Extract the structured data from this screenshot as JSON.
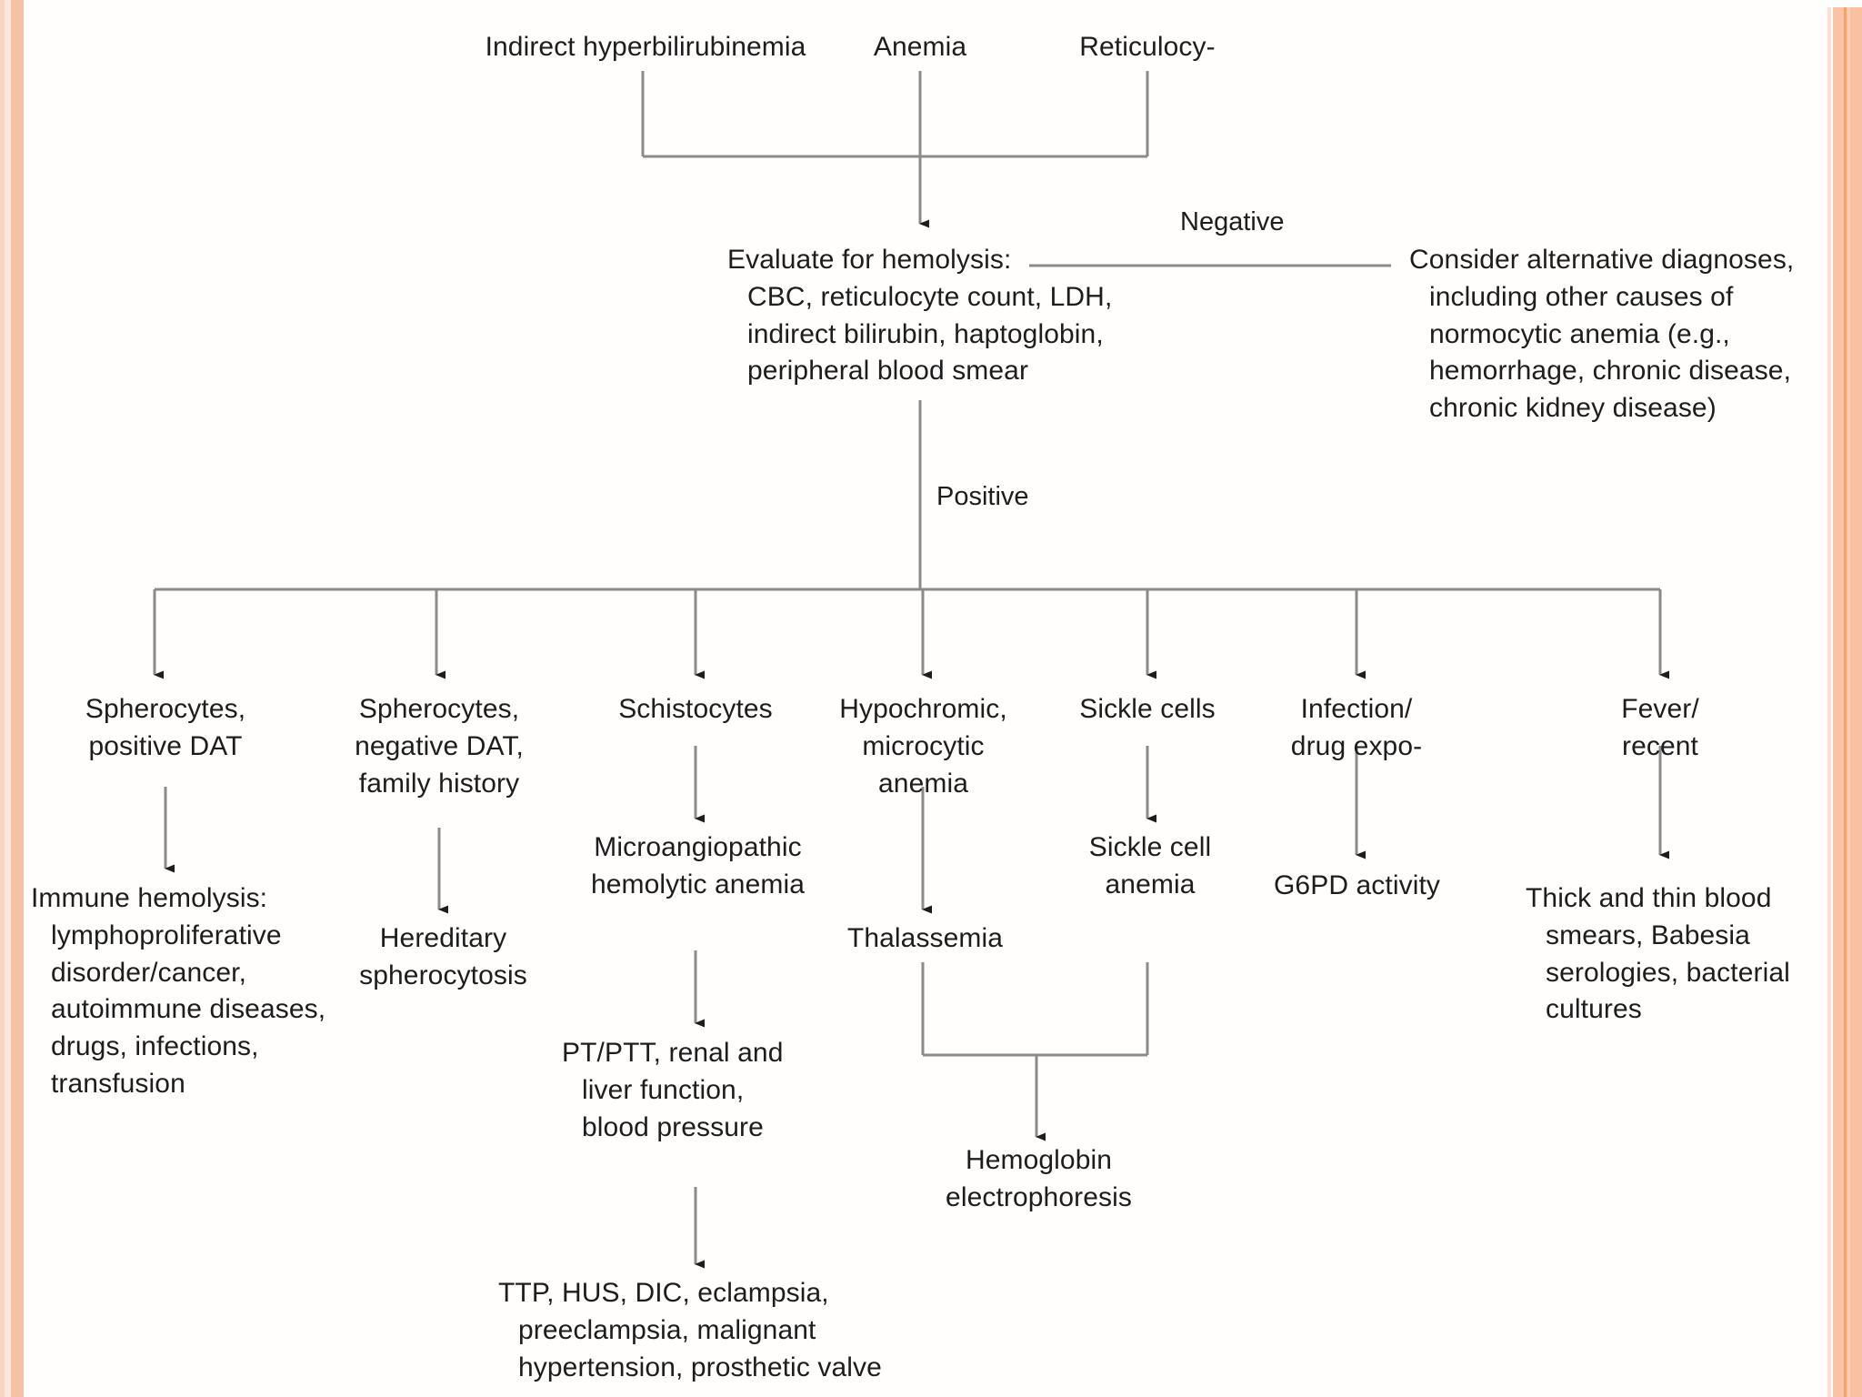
{
  "diagram": {
    "title": "Evaluation of suspected hemolysis algorithm",
    "type": "flowchart",
    "line_color": "#8b8b8b",
    "text_color": "#1d1d1d",
    "border_accent": "#f6a06a",
    "top_row": [
      {
        "id": "indirect-hyperbilirubinemia",
        "label": "Indirect hyperbilirubinemia"
      },
      {
        "id": "anemia",
        "label": "Anemia"
      },
      {
        "id": "reticulocytosis",
        "label": "Reticulocy-"
      }
    ],
    "evaluate": {
      "label": "Evaluate for hemolysis:\nCBC, reticulocyte count, LDH,\nindirect bilirubin, haptoglobin,\nperipheral blood smear"
    },
    "alternative": {
      "label": "Consider alternative diagnoses,\nincluding other causes of\nnormocytic anemia (e.g.,\nhemorrhage, chronic disease,\nchronic kidney disease)"
    },
    "edge_labels": {
      "negative": "Negative",
      "positive": "Positive"
    },
    "branches": [
      {
        "id": "spherocytes-positive-dat",
        "label": "Spherocytes,\npositive DAT",
        "child": {
          "id": "immune-hemolysis",
          "label": "Immune hemolysis:\nlymphoproliferative\ndisorder/cancer,\nautoimmune diseases,\ndrugs, infections,\ntransfusion"
        }
      },
      {
        "id": "spherocytes-negative-dat",
        "label": "Spherocytes,\nnegative DAT,\nfamily history",
        "child": {
          "id": "hereditary-spherocytosis",
          "label": "Hereditary\nspherocytosis"
        }
      },
      {
        "id": "schistocytes",
        "label": "Schistocytes",
        "child": {
          "id": "microangiopathic-hemolytic-anemia",
          "label": "Microangiopathic\nhemolytic anemia"
        },
        "grandchild": {
          "id": "pt-ptt-renal-liver",
          "label": "PT/PTT, renal and\nliver function,\nblood pressure"
        },
        "great_grandchild": {
          "id": "ttp-hus-dic",
          "label": "TTP, HUS, DIC, eclampsia,\npreeclampsia, malignant\nhypertension, prosthetic valve"
        }
      },
      {
        "id": "hypochromic-microcytic-anemia",
        "label": "Hypochromic,\nmicrocytic\nanemia",
        "child": {
          "id": "thalassemia",
          "label": "Thalassemia"
        }
      },
      {
        "id": "sickle-cells",
        "label": "Sickle cells",
        "child": {
          "id": "sickle-cell-anemia",
          "label": "Sickle cell\nanemia"
        }
      },
      {
        "id": "infection-drug-exposure",
        "label": "Infection/\ndrug expo-",
        "child": {
          "id": "g6pd-activity",
          "label": "G6PD activity"
        }
      },
      {
        "id": "fever-recent",
        "label": "Fever/\nrecent",
        "child": {
          "id": "thick-and-thin-blood-smears",
          "label": "Thick and thin blood\nsmears, Babesia\nserologies, bacterial\ncultures"
        }
      }
    ],
    "merge_node": {
      "id": "hemoglobin-electrophoresis",
      "label": "Hemoglobin\nelectrophoresis"
    }
  }
}
